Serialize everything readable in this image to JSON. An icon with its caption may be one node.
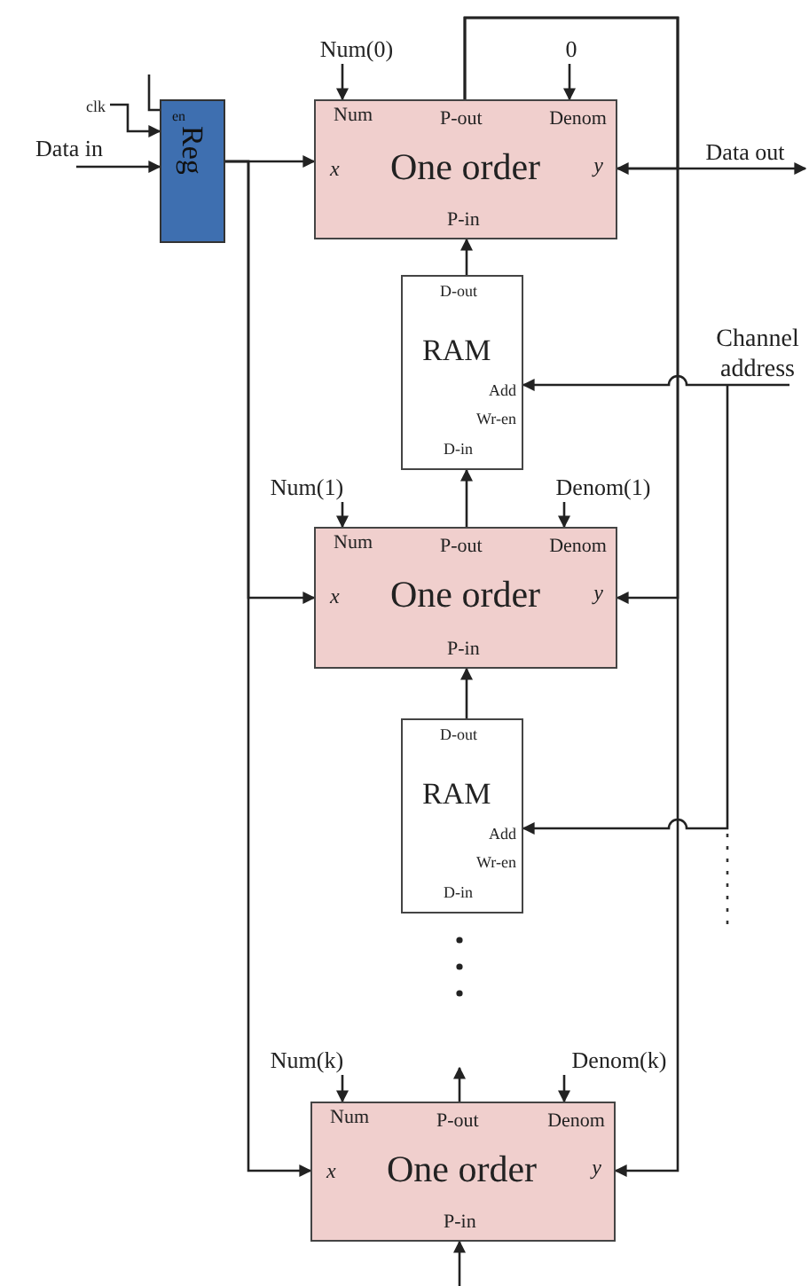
{
  "diagram": {
    "nodes": [
      {
        "text": [
          "Data in"
        ]
      },
      {
        "text": [
          "clk"
        ]
      },
      {
        "text": [
          "en",
          "Reg"
        ]
      },
      {
        "text": [
          "Num(0)"
        ]
      },
      {
        "text": [
          "0"
        ]
      },
      {
        "text": [
          "Num",
          "P-out",
          "Denom",
          "x",
          "One order",
          "y",
          "P-in"
        ]
      },
      {
        "text": [
          "Data out"
        ]
      },
      {
        "text": [
          "D-out",
          "RAM",
          "Add",
          "Wr-en",
          "D-in"
        ]
      },
      {
        "text": [
          "Channel address"
        ]
      },
      {
        "text": [
          "Num(1)"
        ]
      },
      {
        "text": [
          "Denom(1)"
        ]
      },
      {
        "text": [
          "Num",
          "P-out",
          "Denom",
          "x",
          "One order",
          "y",
          "P-in"
        ]
      },
      {
        "text": [
          "D-out",
          "RAM",
          "Add",
          "Wr-en",
          "D-in"
        ]
      },
      {
        "text": [
          "Num(k)"
        ]
      },
      {
        "text": [
          "Denom(k)"
        ]
      },
      {
        "text": [
          "Num",
          "P-out",
          "Denom",
          "x",
          "One order",
          "y",
          "P-in"
        ]
      }
    ],
    "edges": [
      {
        "from": 0,
        "to": 2,
        "arrow": "to"
      },
      {
        "from": 1,
        "to": 2,
        "arrow": "to"
      },
      {
        "from": null,
        "to": 2,
        "arrow": "none"
      },
      {
        "from": 2,
        "to": 5,
        "arrow": "to"
      },
      {
        "from": 2,
        "to": 11,
        "arrow": "to"
      },
      {
        "from": 2,
        "to": 15,
        "arrow": "to"
      },
      {
        "from": 3,
        "to": 5,
        "arrow": "to"
      },
      {
        "from": 4,
        "to": 5,
        "arrow": "to"
      },
      {
        "from": 5,
        "to": 5,
        "arrow": "to"
      },
      {
        "from": 5,
        "to": 11,
        "arrow": "to"
      },
      {
        "from": 5,
        "to": 15,
        "arrow": "to"
      },
      {
        "from": 5,
        "to": 6,
        "arrow": "to"
      },
      {
        "from": 7,
        "to": 5,
        "arrow": "to"
      },
      {
        "from": 8,
        "to": 7,
        "arrow": "to"
      },
      {
        "from": 8,
        "to": 12,
        "arrow": "to"
      },
      {
        "from": 9,
        "to": 11,
        "arrow": "to"
      },
      {
        "from": 10,
        "to": 11,
        "arrow": "to"
      },
      {
        "from": 11,
        "to": 7,
        "arrow": "to"
      },
      {
        "from": 12,
        "to": 11,
        "arrow": "to"
      },
      {
        "from": 13,
        "to": 15,
        "arrow": "to"
      },
      {
        "from": 14,
        "to": 15,
        "arrow": "to"
      },
      {
        "from": 15,
        "to": null,
        "arrow": "to"
      },
      {
        "from": null,
        "to": 15,
        "arrow": "to"
      }
    ]
  }
}
